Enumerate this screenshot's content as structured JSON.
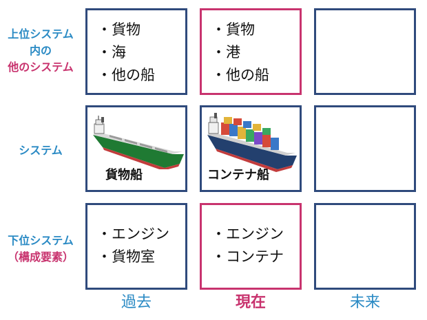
{
  "rows": {
    "supersystem": {
      "lines": [
        "上位システム",
        "内の",
        "他のシステム"
      ]
    },
    "system": {
      "lines": [
        "システム"
      ]
    },
    "subsystem": {
      "lines": [
        "下位システム",
        "（構成要素）"
      ]
    }
  },
  "columns": {
    "past": "過去",
    "present": "現在",
    "future": "未来"
  },
  "cells": {
    "supersystem_past": [
      "貨物",
      "海",
      "他の船"
    ],
    "supersystem_present": [
      "貨物",
      "港",
      "他の船"
    ],
    "system_past_caption": "貨物船",
    "system_present_caption": "コンテナ船",
    "subsystem_past": [
      "エンジン",
      "貨物室"
    ],
    "subsystem_present": [
      "エンジン",
      "コンテナ"
    ]
  },
  "colors": {
    "past_border": "#2f4a7c",
    "present_border": "#c8336e",
    "blue_text": "#2a8ac4",
    "pink_text": "#c8336e",
    "column_blue": "#2a8ac4",
    "column_pink": "#c8336e",
    "column_future": "#2f4a7c"
  }
}
